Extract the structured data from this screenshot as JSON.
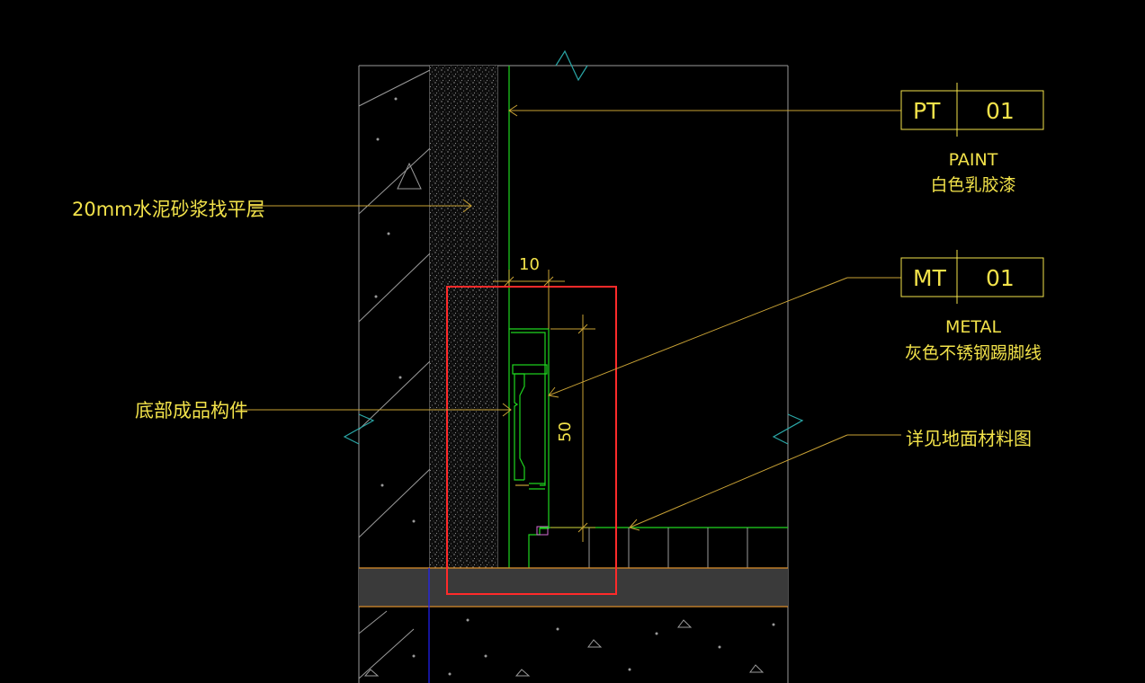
{
  "colors": {
    "background": "#000000",
    "wall_line": "#9a9a9a",
    "finish_line": "#1fd61f",
    "leader": "#c9a235",
    "text": "#f2e24a",
    "break_symbol": "#2aa6a6",
    "highlight": "#ff2a2a",
    "slab": "#3a3a3a",
    "slab_edge": "#d98d2a",
    "axis": "#2222ff",
    "magenta": "#d36bd3"
  },
  "labels": {
    "mortar_layer": "20mm水泥砂浆找平层",
    "bottom_component": "底部成品构件",
    "floor_material_ref": "详见地面材料图"
  },
  "tags": {
    "paint": {
      "code": "PT",
      "number": "01",
      "name": "PAINT",
      "description": "白色乳胶漆"
    },
    "metal": {
      "code": "MT",
      "number": "01",
      "name": "METAL",
      "description": "灰色不锈钢踢脚线"
    }
  },
  "dimensions": {
    "gap": "10",
    "skirting_height": "50"
  }
}
